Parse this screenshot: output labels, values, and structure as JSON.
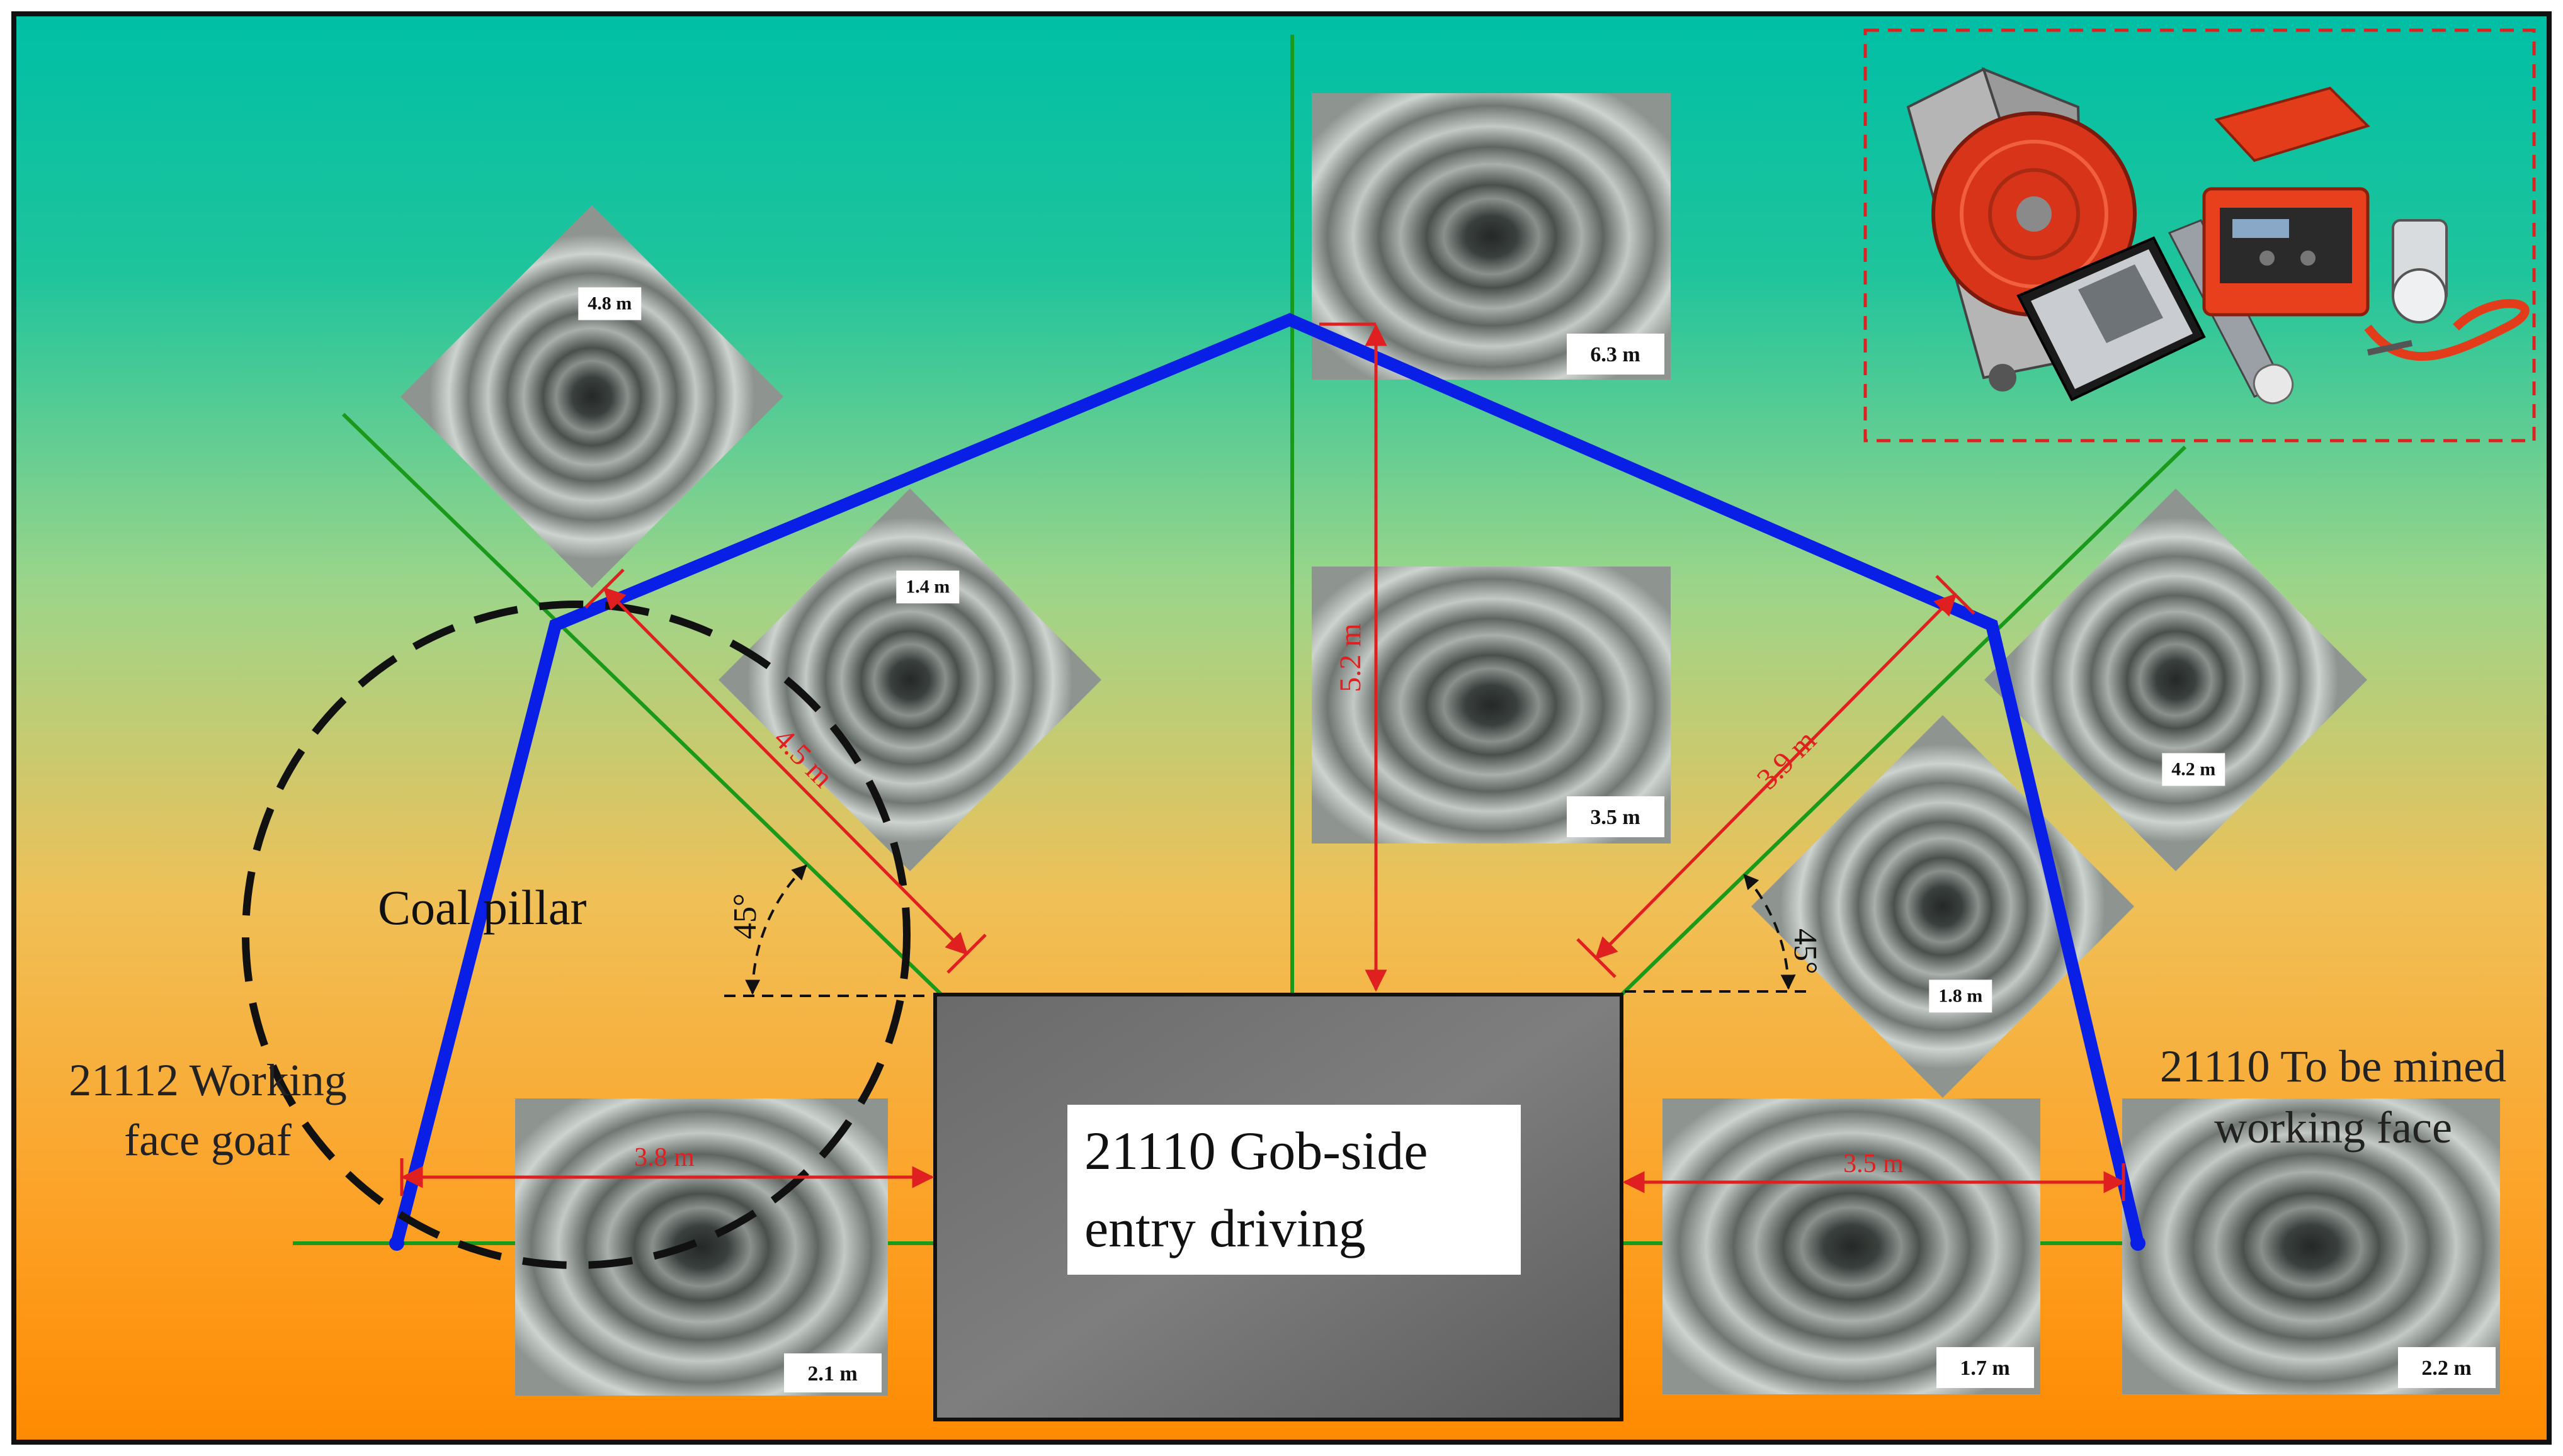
{
  "labels": {
    "entry_line1": "21110 Gob-side",
    "entry_line2": "entry driving",
    "goaf_line1": "21112 Working",
    "goaf_line2": "face goaf",
    "mined_line1": "21110 To be mined",
    "mined_line2": "working face",
    "coal_pillar": "Coal pillar",
    "angle_left": "45°",
    "angle_right": "45°"
  },
  "dimensions": {
    "left_diag": "4.5 m",
    "center_vert": "5.2 m",
    "right_diag": "3.9 m",
    "left_horiz": "3.8 m",
    "right_horiz": "3.5 m"
  },
  "borehole_depths": {
    "top_center": "6.3 m",
    "mid_center": "3.5 m",
    "upper_left": "4.8 m",
    "mid_left": "1.4 m",
    "upper_right": "4.2 m",
    "mid_right": "1.8 m",
    "bottom_left": "2.1 m",
    "bottom_mid_right": "1.7 m",
    "bottom_right": "2.2 m"
  },
  "colors": {
    "boundary": "#0a1fe6",
    "dimension": "#e02020",
    "guide": "#1a9a1a",
    "background_top": "#00bfa5",
    "background_bottom": "#ff8c00"
  }
}
